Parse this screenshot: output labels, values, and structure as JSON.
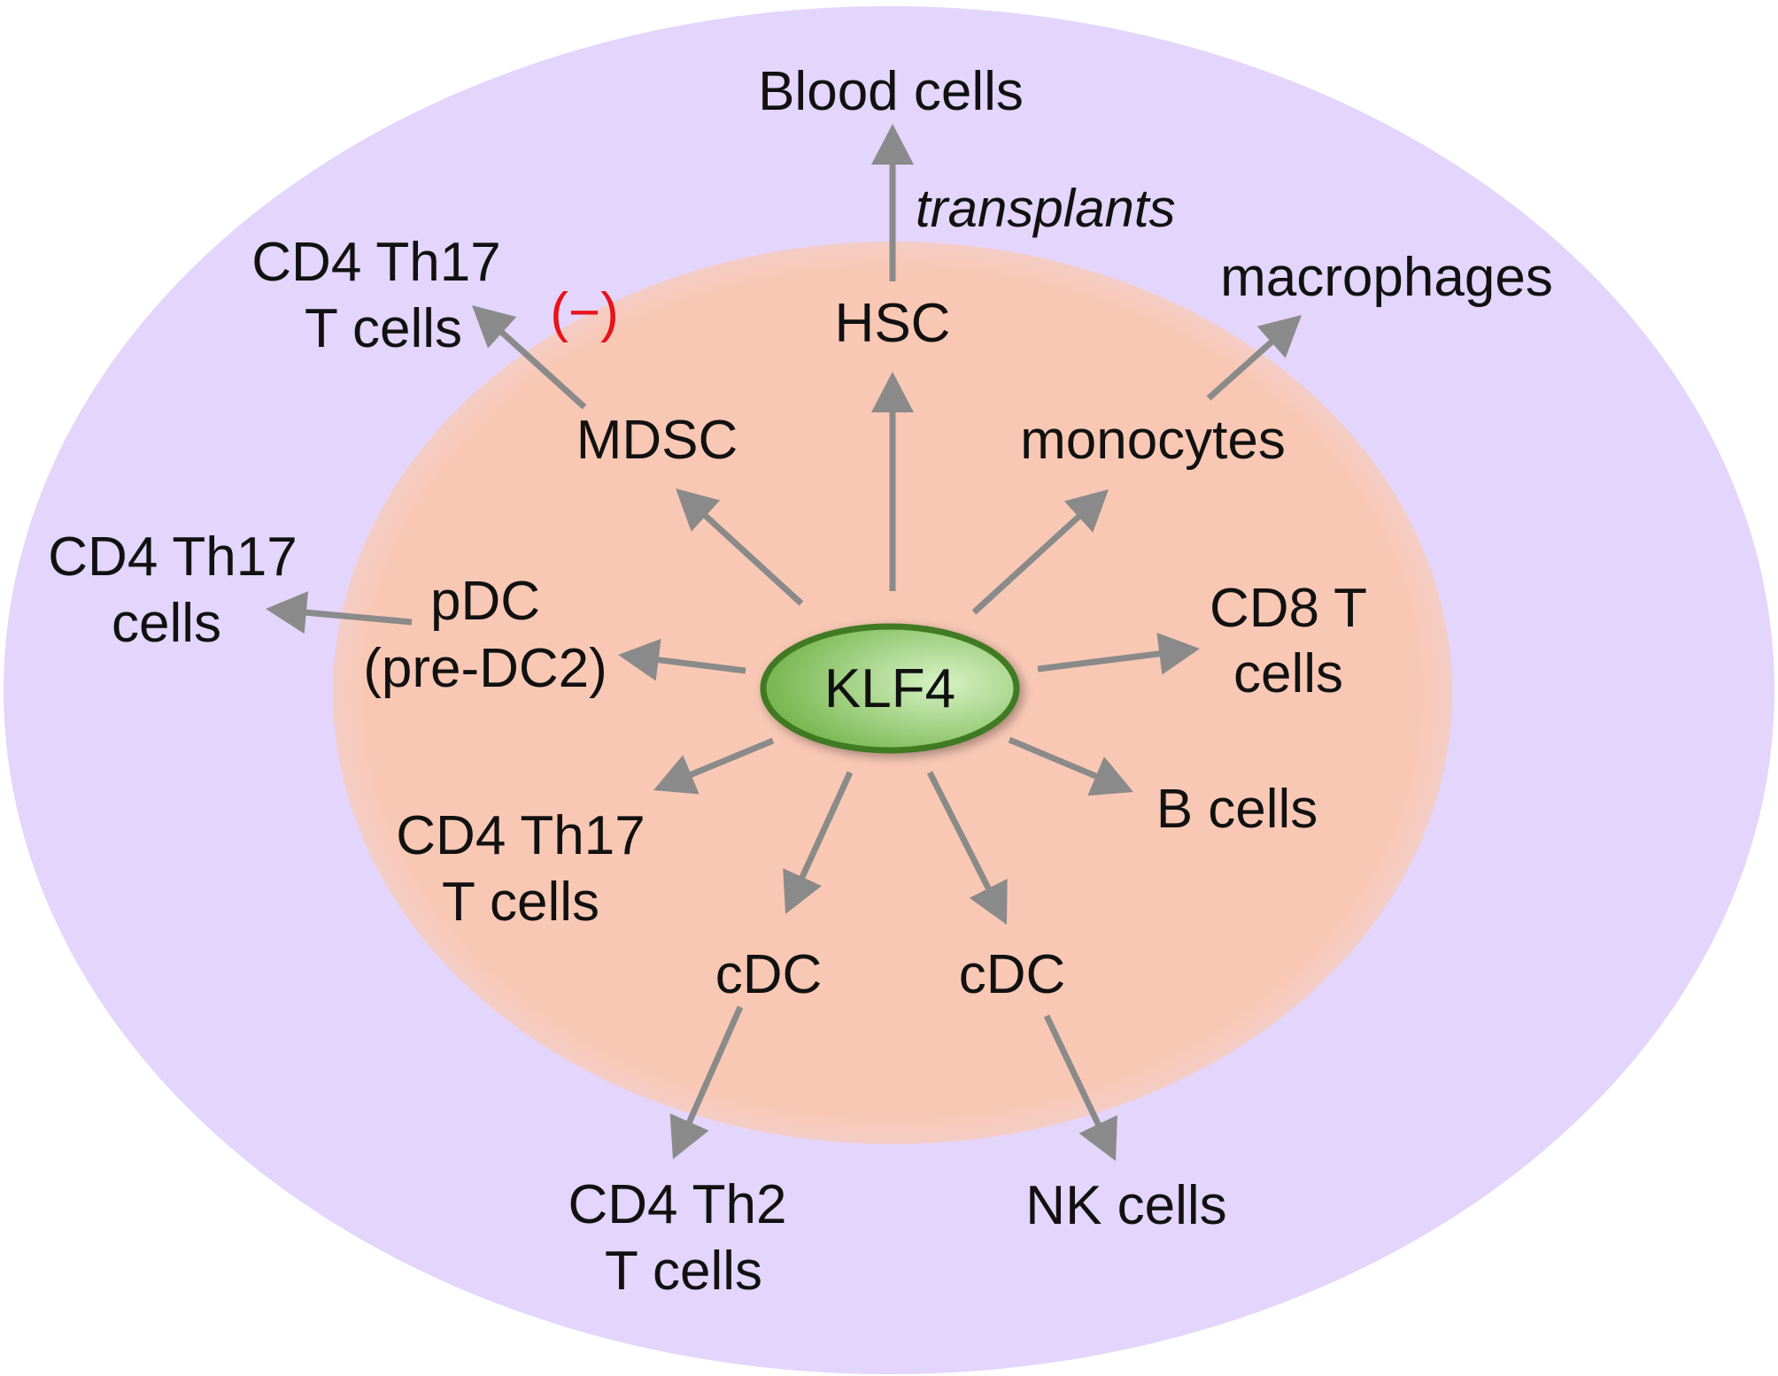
{
  "colors": {
    "outer_fill": "#e3d5fb",
    "inner_fill": "#f9c8b4",
    "arrow": "#8a8a8a",
    "klf4_fill_center": "#d6f2c4",
    "klf4_fill_edge": "#6eb044",
    "klf4_stroke": "#3f7a22",
    "negative": "#e8131a"
  },
  "center": {
    "label": "KLF4"
  },
  "inner_labels": {
    "hsc": "HSC",
    "mdsc": "MDSC",
    "monocytes": "monocytes",
    "pdc_line1": "pDC",
    "pdc_line2": "(pre-DC2)",
    "cd8_line1": "CD8 T",
    "cd8_line2": "cells",
    "bcells": "B cells",
    "th17_inner_line1": "CD4 Th17",
    "th17_inner_line2": "T cells",
    "cdc_left": "cDC",
    "cdc_right": "cDC"
  },
  "outer_labels": {
    "blood": "Blood cells",
    "transplants": "transplants",
    "macrophages": "macrophages",
    "th17_top_line1": "CD4 Th17",
    "th17_top_line2": "T cells",
    "negative": "(−)",
    "th17_left_line1": "CD4 Th17",
    "th17_left_line2": "cells",
    "th2_line1": "CD4 Th2",
    "th2_line2": "T cells",
    "nk": "NK cells"
  }
}
